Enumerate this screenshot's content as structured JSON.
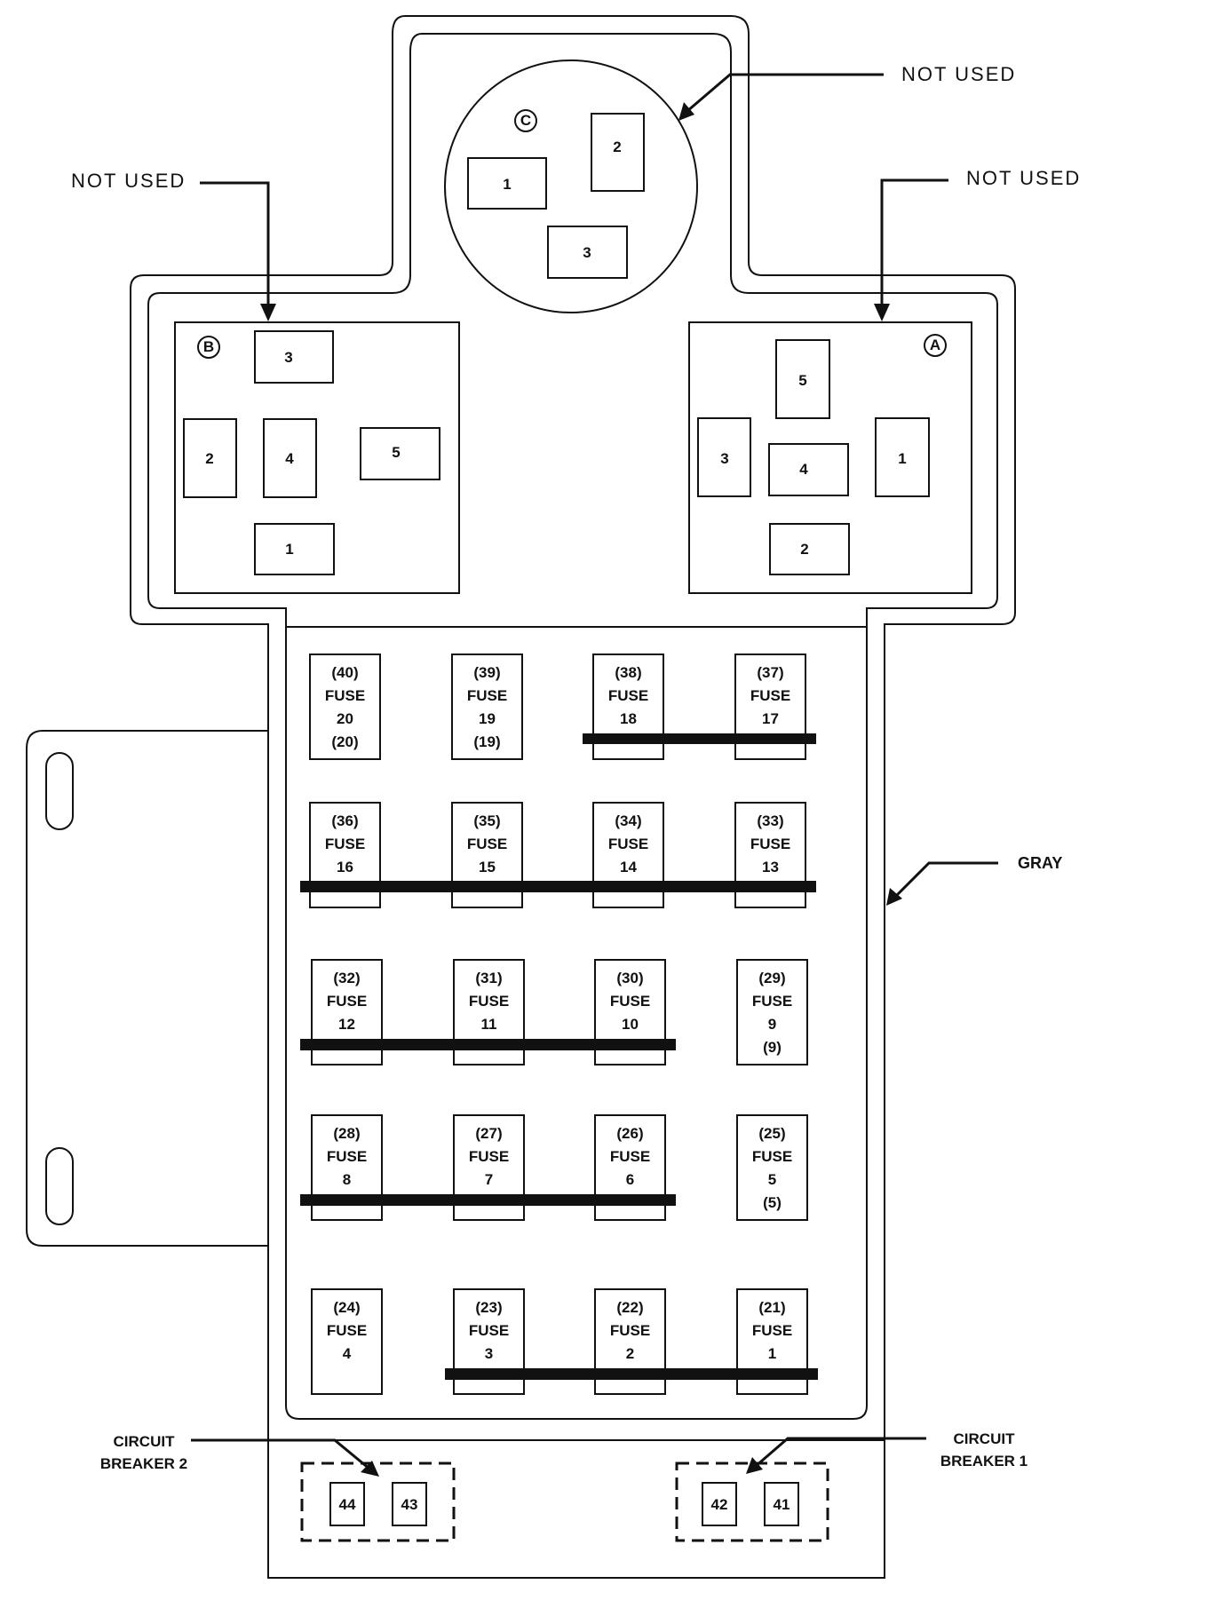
{
  "labels": {
    "not_used_top": "NOT USED",
    "not_used_left": "NOT USED",
    "not_used_right": "NOT USED",
    "gray": "GRAY",
    "cb2_line1": "CIRCUIT",
    "cb2_line2": "BREAKER 2",
    "cb1_line1": "CIRCUIT",
    "cb1_line2": "BREAKER 1"
  },
  "relay_groups": {
    "c": {
      "id": "C",
      "relays": [
        "1",
        "2",
        "3"
      ]
    },
    "b": {
      "id": "B",
      "relays": [
        "3",
        "2",
        "4",
        "5",
        "1"
      ]
    },
    "a": {
      "id": "A",
      "relays": [
        "5",
        "3",
        "4",
        "1",
        "2"
      ]
    }
  },
  "fuses": [
    {
      "cavity": "(40)",
      "label": "FUSE",
      "number": "20",
      "extra": "(20)"
    },
    {
      "cavity": "(39)",
      "label": "FUSE",
      "number": "19",
      "extra": "(19)"
    },
    {
      "cavity": "(38)",
      "label": "FUSE",
      "number": "18",
      "extra": ""
    },
    {
      "cavity": "(37)",
      "label": "FUSE",
      "number": "17",
      "extra": ""
    },
    {
      "cavity": "(36)",
      "label": "FUSE",
      "number": "16",
      "extra": ""
    },
    {
      "cavity": "(35)",
      "label": "FUSE",
      "number": "15",
      "extra": ""
    },
    {
      "cavity": "(34)",
      "label": "FUSE",
      "number": "14",
      "extra": ""
    },
    {
      "cavity": "(33)",
      "label": "FUSE",
      "number": "13",
      "extra": ""
    },
    {
      "cavity": "(32)",
      "label": "FUSE",
      "number": "12",
      "extra": ""
    },
    {
      "cavity": "(31)",
      "label": "FUSE",
      "number": "11",
      "extra": ""
    },
    {
      "cavity": "(30)",
      "label": "FUSE",
      "number": "10",
      "extra": ""
    },
    {
      "cavity": "(29)",
      "label": "FUSE",
      "number": "9",
      "extra": "(9)"
    },
    {
      "cavity": "(28)",
      "label": "FUSE",
      "number": "8",
      "extra": ""
    },
    {
      "cavity": "(27)",
      "label": "FUSE",
      "number": "7",
      "extra": ""
    },
    {
      "cavity": "(26)",
      "label": "FUSE",
      "number": "6",
      "extra": ""
    },
    {
      "cavity": "(25)",
      "label": "FUSE",
      "number": "5",
      "extra": "(5)"
    },
    {
      "cavity": "(24)",
      "label": "FUSE",
      "number": "4",
      "extra": ""
    },
    {
      "cavity": "(23)",
      "label": "FUSE",
      "number": "3",
      "extra": ""
    },
    {
      "cavity": "(22)",
      "label": "FUSE",
      "number": "2",
      "extra": ""
    },
    {
      "cavity": "(21)",
      "label": "FUSE",
      "number": "1",
      "extra": ""
    }
  ],
  "breakers": {
    "cb2": [
      "44",
      "43"
    ],
    "cb1": [
      "42",
      "41"
    ]
  }
}
